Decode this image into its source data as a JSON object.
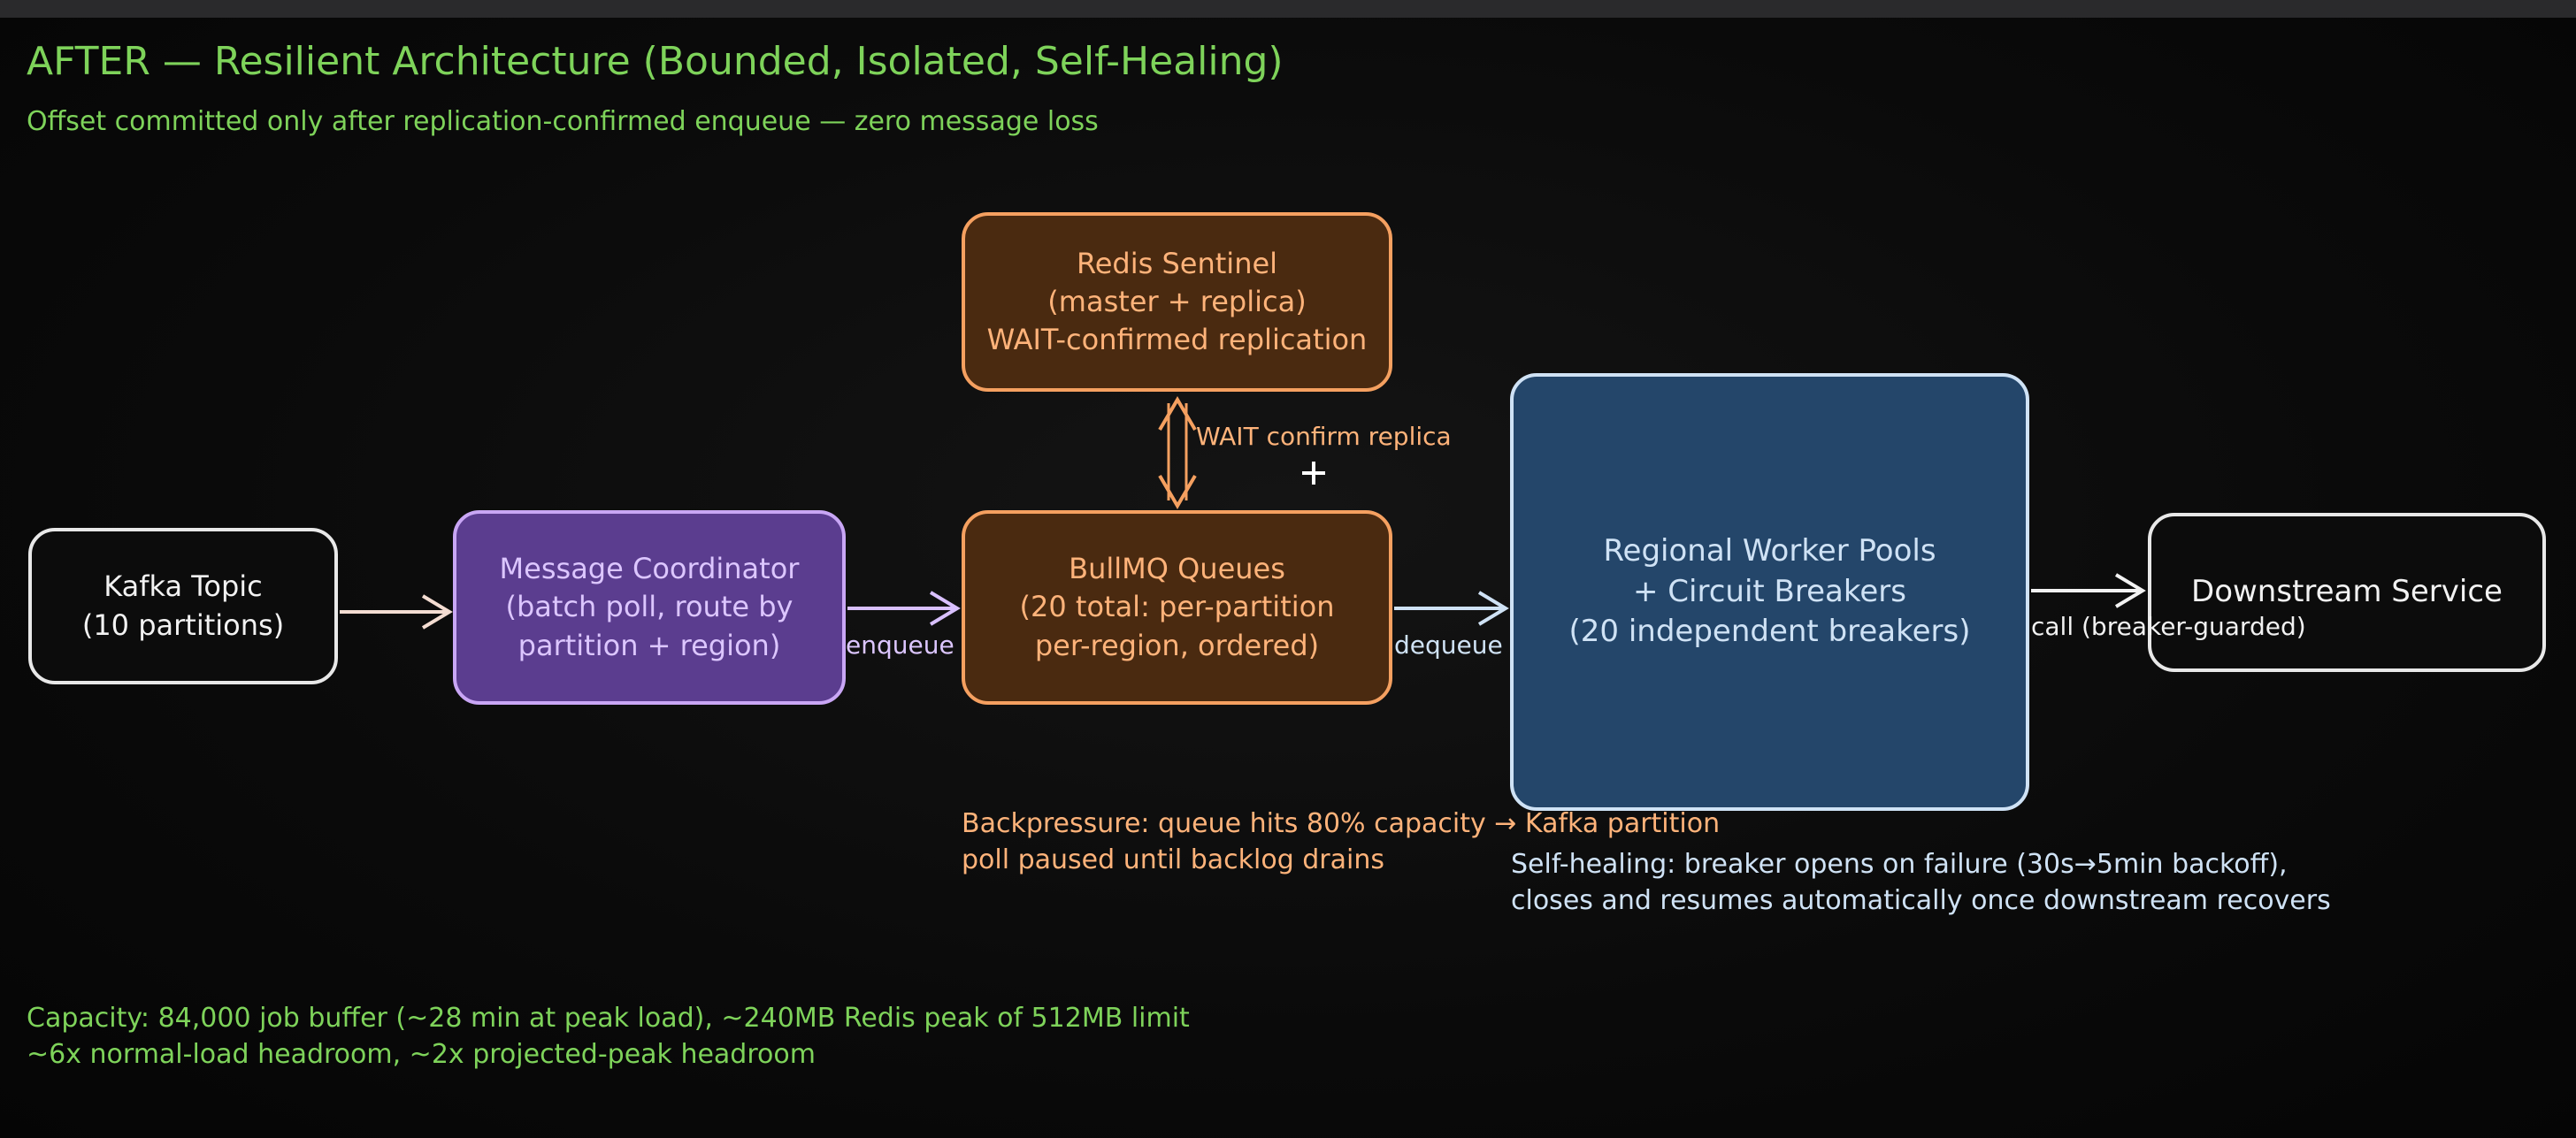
{
  "header": {
    "title": "AFTER — Resilient Architecture (Bounded, Isolated, Self-Healing)",
    "subtitle": "Offset committed only after replication-confirmed enqueue — zero message loss"
  },
  "nodes": {
    "kafka": "Kafka Topic\n(10 partitions)",
    "coordinator": "Message Coordinator\n(batch poll, route by\npartition + region)",
    "redis": "Redis Sentinel\n(master + replica)\nWAIT-confirmed replication",
    "bullmq": "BullMQ Queues\n(20 total: per-partition\nper-region, ordered)",
    "workers": "Regional Worker Pools\n+ Circuit Breakers\n(20 independent breakers)",
    "downstream": "Downstream Service"
  },
  "edges": {
    "enqueue": "enqueue",
    "dequeue": "dequeue",
    "wait": "WAIT confirm replica",
    "call": "call (breaker-guarded)"
  },
  "notes": {
    "backpressure": "Backpressure: queue hits 80% capacity → Kafka partition\npoll paused until backlog drains",
    "self_healing": "Self-healing: breaker opens on failure (30s→5min backoff),\ncloses and resumes automatically once downstream recovers",
    "capacity": "Capacity: 84,000 job buffer (~28 min at peak load), ~240MB Redis peak of 512MB limit\n~6x normal-load headroom, ~2x projected-peak headroom"
  },
  "colors": {
    "green": "#7ed35a",
    "purple": "#c9a6f5",
    "orange": "#f5a060",
    "blue": "#cfe2f5",
    "white": "#e8e8e8"
  }
}
